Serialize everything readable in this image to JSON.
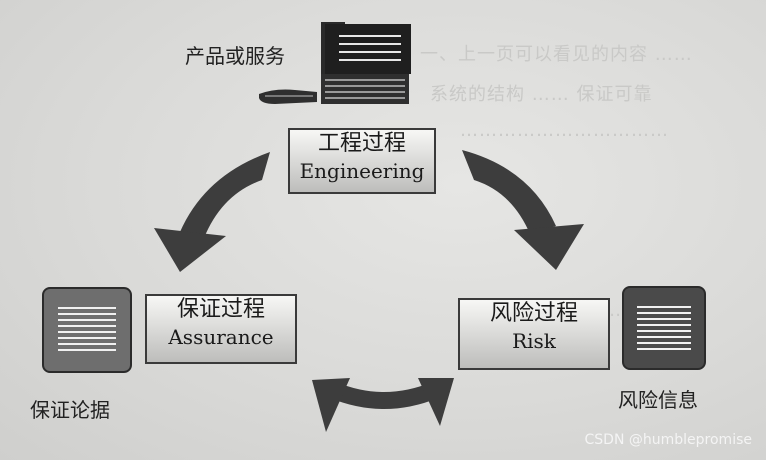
{
  "top_label": "产品或服务",
  "engineering": {
    "cn": "工程过程",
    "en": "Engineering"
  },
  "assurance": {
    "cn": "保证过程",
    "en": "Assurance"
  },
  "risk": {
    "cn": "风险过程",
    "en": "Risk"
  },
  "left_doc_label": "保证论据",
  "right_doc_label": "风险信息",
  "watermark": "CSDN @humblepromise",
  "colors": {
    "arrow": "#3d3d3d",
    "box_border": "#3a3a3a",
    "doc_left": "#6e6e6e",
    "doc_right": "#4a4a4a"
  }
}
